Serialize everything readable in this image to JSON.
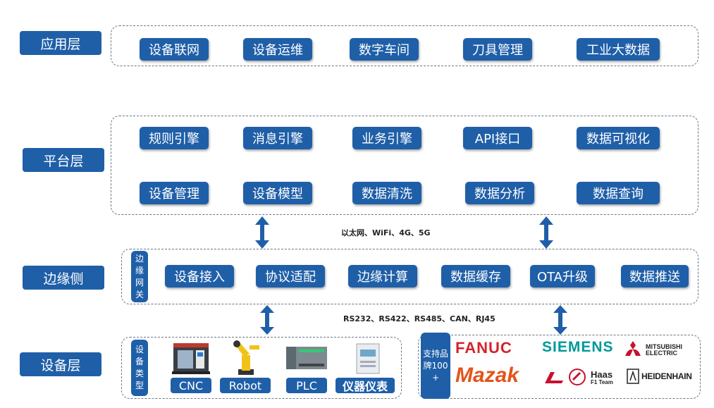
{
  "layers": {
    "application": {
      "label": "应用层",
      "items": [
        "设备联网",
        "设备运维",
        "数字车间",
        "刀具管理",
        "工业大数据"
      ]
    },
    "platform": {
      "label": "平台层",
      "row1": [
        "规则引擎",
        "消息引擎",
        "业务引擎",
        "API接口",
        "数据可视化"
      ],
      "row2": [
        "设备管理",
        "设备模型",
        "数据清洗",
        "数据分析",
        "数据查询"
      ]
    },
    "edge": {
      "label": "边缘侧",
      "gateway": "边缘网关",
      "items": [
        "设备接入",
        "协议适配",
        "边缘计算",
        "数据缓存",
        "OTA升级",
        "数据推送"
      ]
    },
    "device": {
      "label": "设备层",
      "type_label": "设备类型",
      "devices": [
        "CNC",
        "Robot",
        "PLC",
        "仪器仪表"
      ],
      "brands_label": "支持品牌100+",
      "brands": {
        "fanuc": "FANUC",
        "siemens": "SIEMENS",
        "mitsubishi": "MITSUBISHI ELECTRIC",
        "mazak": "Mazak",
        "haas": "Haas",
        "haas_sub": "F1 Team",
        "heidenhain": "HEIDENHAIN"
      }
    }
  },
  "protocols": {
    "upper": "以太网、WiFi、4G、5G",
    "lower": "RS232、RS422、RS485、CAN、RJ45"
  },
  "colors": {
    "primary": "#1f5fa8",
    "fanuc": "#d4232a",
    "siemens": "#009999",
    "mazak": "#e5531a",
    "mitsubishi": "#c8102e",
    "arrow": "#1f5fa8"
  }
}
